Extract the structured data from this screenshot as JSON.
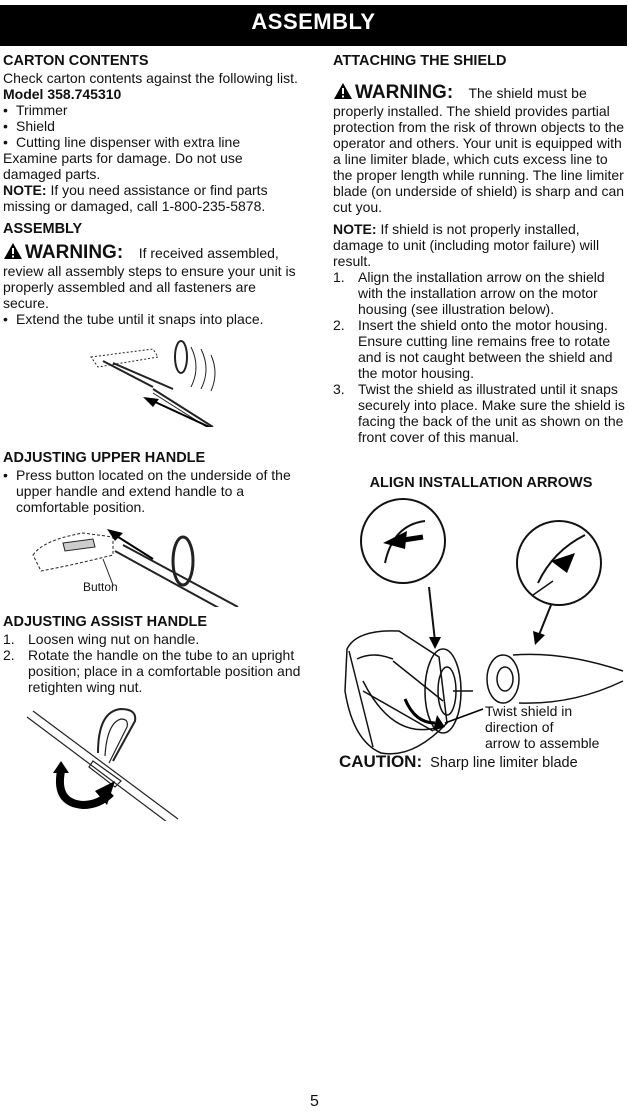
{
  "banner": {
    "title": "ASSEMBLY"
  },
  "left": {
    "carton": {
      "heading": "CARTON CONTENTS",
      "intro": "Check carton contents against the following list.",
      "model": "Model 358.745310",
      "items": [
        "Trimmer",
        "Shield",
        "Cutting line dispenser with extra line"
      ],
      "examine": "Examine parts for damage. Do not use damaged parts.",
      "note_label": "NOTE:",
      "note_text": "If you need assistance or find parts missing or damaged, call 1-800-235-5878."
    },
    "assembly": {
      "heading": "ASSEMBLY",
      "warning_label": "WARNING:",
      "warning_text": "If received assembled, review all assembly steps to ensure your unit is properly assembled and all fasteners are secure.",
      "items": [
        "Extend the tube until it snaps into place."
      ]
    },
    "upper_handle": {
      "heading": "ADJUSTING UPPER HANDLE",
      "items": [
        "Press button located on the underside of the upper handle and extend handle to a comfortable position."
      ],
      "figure_label": "Button"
    },
    "assist_handle": {
      "heading": "ADJUSTING ASSIST HANDLE",
      "steps": [
        {
          "num": "1.",
          "text": "Loosen wing nut on handle."
        },
        {
          "num": "2.",
          "text": "Rotate the handle on the tube to an upright position; place in a comfortable position and retighten wing nut."
        }
      ]
    }
  },
  "right": {
    "shield": {
      "heading": "ATTACHING THE SHIELD",
      "warning_label": "WARNING:",
      "warning_text": "The shield must be properly installed. The shield provides partial protection from the risk of thrown objects to the operator and others. Your unit is equipped with a line limiter blade, which cuts excess line to the proper length while running. The line limiter blade (on underside of shield) is sharp and can cut you.",
      "note_label": "NOTE:",
      "note_text": "If shield is not properly installed, damage to unit (including motor failure) will result.",
      "steps": [
        {
          "num": "1.",
          "text": "Align the installation arrow on the shield with the installation arrow on the motor housing (see illustration below)."
        },
        {
          "num": "2.",
          "text": "Insert the shield onto the motor housing. Ensure cutting line remains free to rotate and is not caught between the shield and the motor housing."
        },
        {
          "num": "3.",
          "text": "Twist the shield as illustrated until it snaps securely into place. Make sure the shield is facing the back of the unit as shown on the front cover of this manual."
        }
      ],
      "figure_title": "ALIGN INSTALLATION ARROWS",
      "figure_note_1": "Twist shield in",
      "figure_note_2": "direction of",
      "figure_note_3": "arrow to assemble",
      "caution_label": "CAUTION:",
      "caution_text": "Sharp line limiter blade"
    }
  },
  "page_number": "5"
}
